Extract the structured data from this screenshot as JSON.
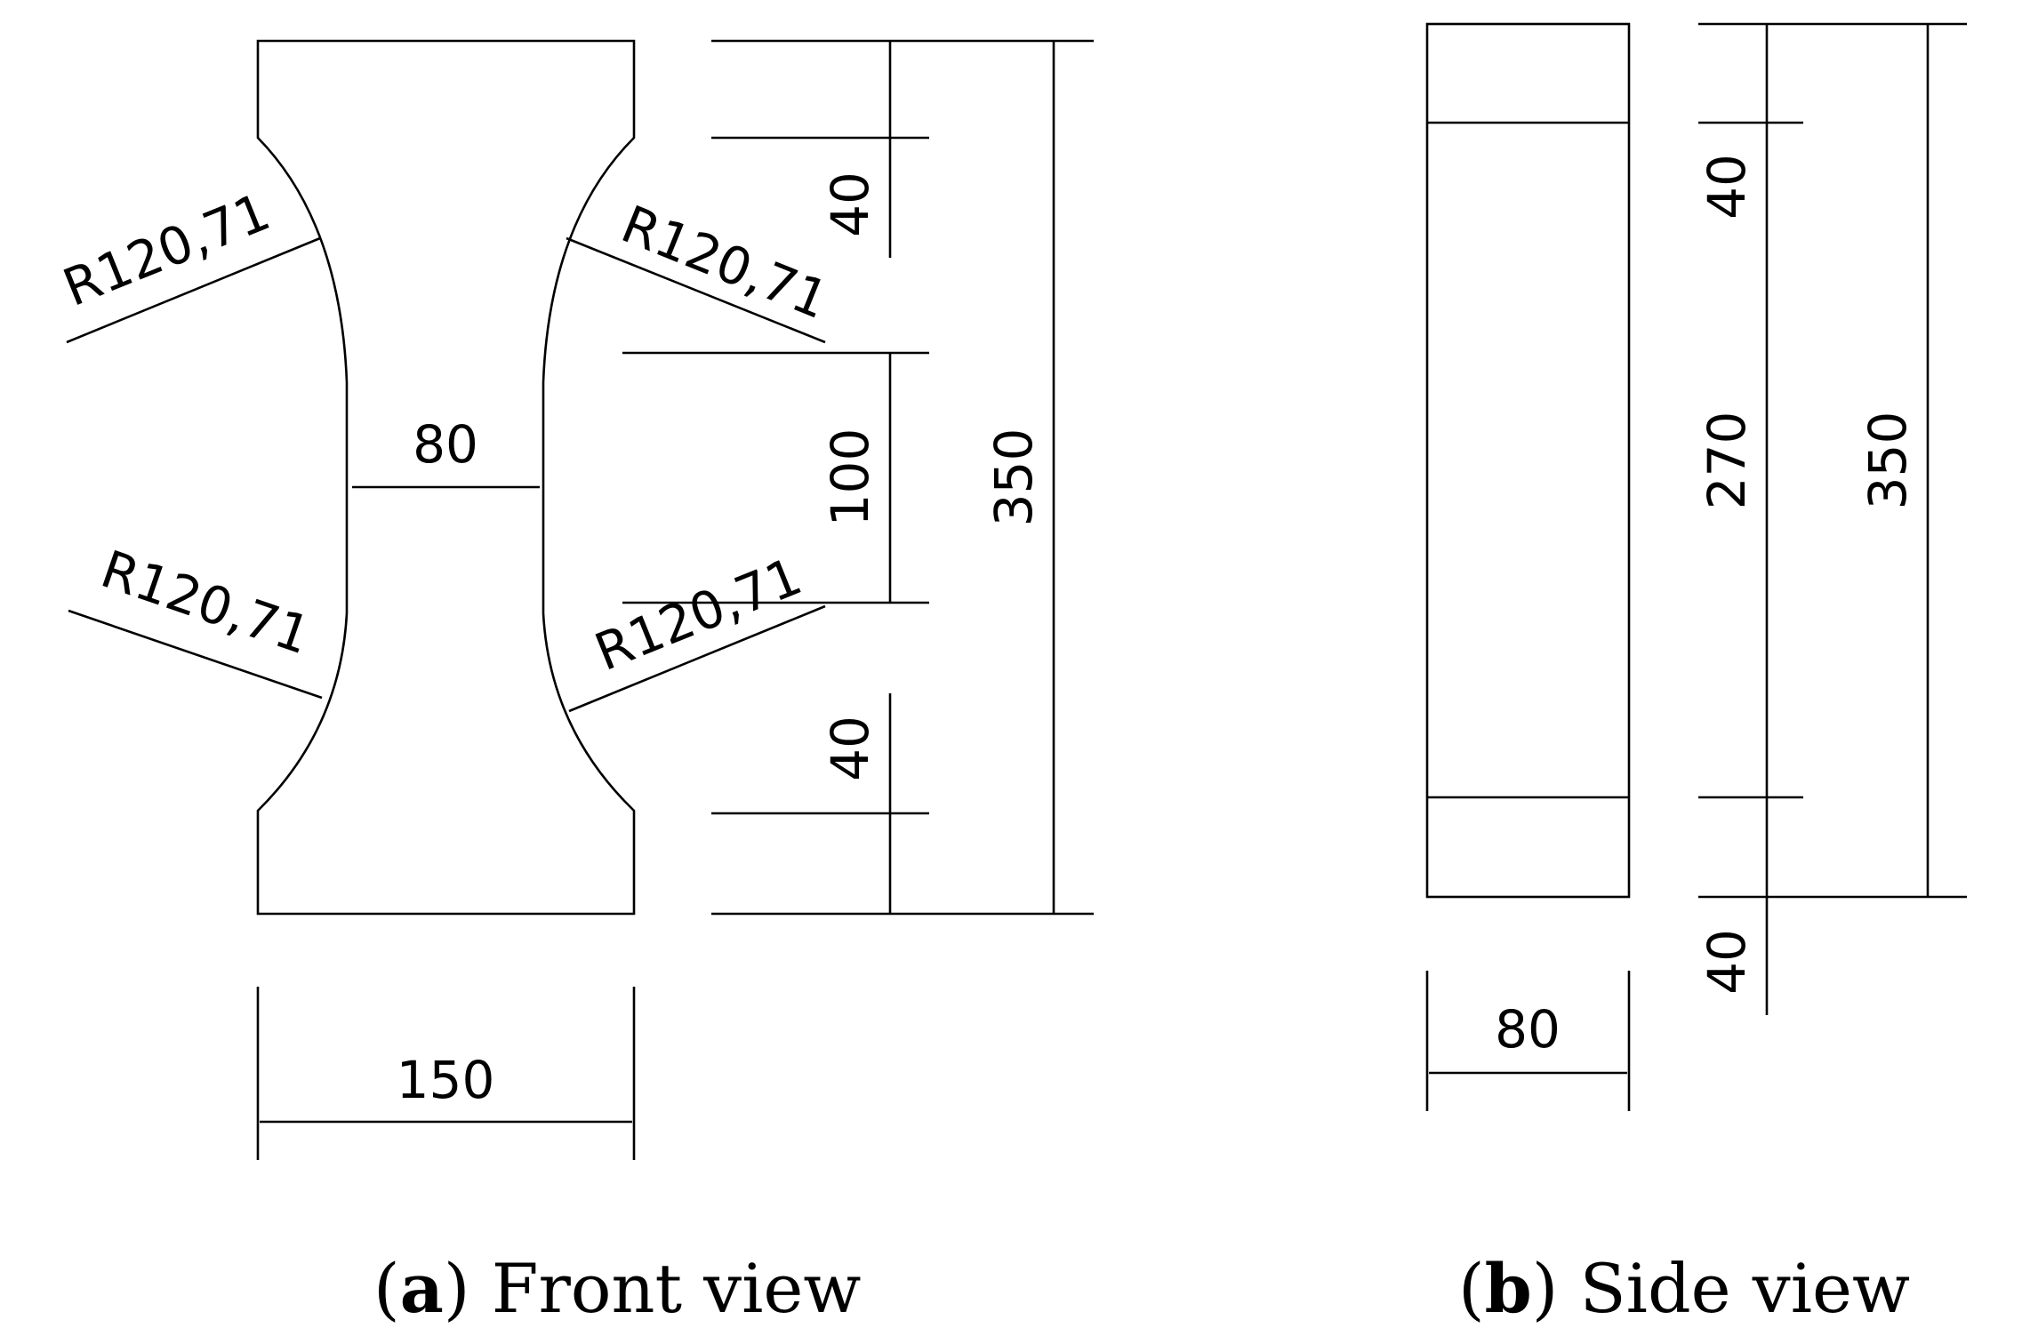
{
  "front_view": {
    "radius_labels": [
      "R120,71",
      "R120,71",
      "R120,71",
      "R120,71"
    ],
    "neck_width": "80",
    "overall_width": "150",
    "dim_grip_top": "40",
    "dim_gauge": "100",
    "dim_grip_bottom": "40",
    "dim_total_height": "350"
  },
  "side_view": {
    "dim_top": "40",
    "dim_middle": "270",
    "dim_bottom": "40",
    "dim_total_height": "350",
    "thickness": "80"
  },
  "captions": {
    "a_letter": "a",
    "a_text": "Front view",
    "b_letter": "b",
    "b_text": "Side view"
  }
}
